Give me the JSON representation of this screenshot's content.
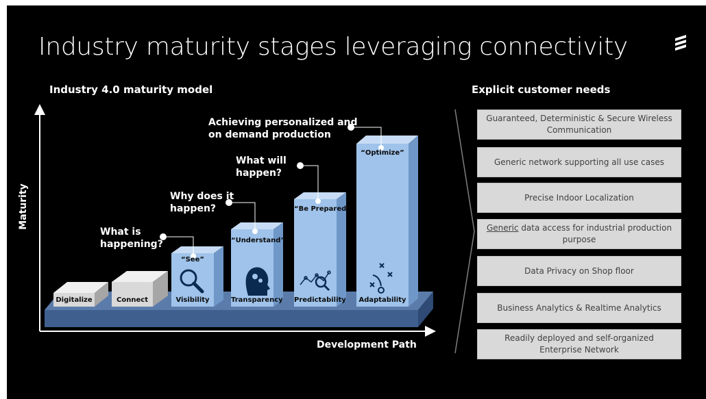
{
  "slide": {
    "title": "Industry maturity stages leveraging connectivity",
    "logo_icon": "ericsson-logo-icon"
  },
  "model": {
    "heading": "Industry 4.0 maturity model",
    "y_axis_label": "Maturity",
    "x_axis_label": "Development Path",
    "stages": [
      {
        "label": "Digitalize"
      },
      {
        "label": "Connect"
      },
      {
        "label": "Visibility",
        "quote": "“See”",
        "question": "What is happening?",
        "icon": "magnifier-icon"
      },
      {
        "label": "Transparency",
        "quote": "“Understand”",
        "question": "Why does it happen?",
        "icon": "head-gears-icon"
      },
      {
        "label": "Predictability",
        "quote": "“Be Prepared”",
        "question": "What will happen?",
        "icon": "trend-analysis-icon"
      },
      {
        "label": "Adaptability",
        "quote": "“Optimize”",
        "question": "Achieving personalized and on demand production",
        "icon": "strategy-play-icon"
      }
    ],
    "questions_display": {
      "q1_line1": "What is",
      "q1_line2": "happening?",
      "q2_line1": "Why does it",
      "q2_line2": "happen?",
      "q3_line1": "What will",
      "q3_line2": "happen?",
      "q4_line1": "Achieving personalized and",
      "q4_line2": "on demand production"
    },
    "colors": {
      "bar": "#9fc3ea",
      "bar_side": "#6f98c9",
      "base": "#3f5f8f",
      "grey_box": "#d9d9d9"
    }
  },
  "needs": {
    "heading": "Explicit customer needs",
    "items": [
      {
        "line1": "Guaranteed, Deterministic & Secure Wireless",
        "line2": "Communication"
      },
      {
        "line1": "Generic network supporting all use cases",
        "line2": ""
      },
      {
        "line1": "Precise Indoor Localization",
        "line2": ""
      },
      {
        "line1_underlined": "Generic",
        "line1": " data access  for industrial production",
        "line2": "purpose"
      },
      {
        "line1": "Data Privacy on Shop floor",
        "line2": ""
      },
      {
        "line1": "Business Analytics & Realtime Analytics",
        "line2": ""
      },
      {
        "line1": "Readily deployed and self-organized",
        "line2": "Enterprise Network"
      }
    ]
  }
}
